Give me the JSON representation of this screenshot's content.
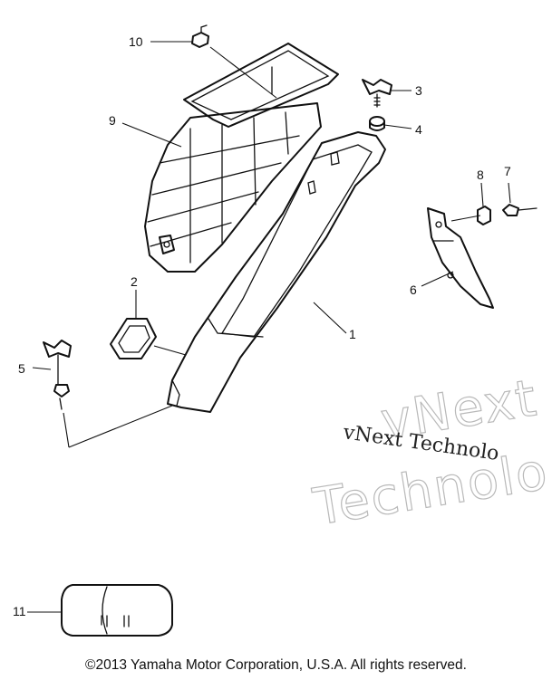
{
  "callouts": {
    "c1": "1",
    "c2": "2",
    "c3": "3",
    "c4": "4",
    "c5": "5",
    "c6": "6",
    "c7": "7",
    "c8": "8",
    "c9": "9",
    "c10": "10",
    "c11": "11"
  },
  "watermark": {
    "line_small": "vNext Technolo",
    "line_outline_1": "vNext",
    "line_outline_2": "Technolo"
  },
  "footer": {
    "copyright": "©2013 Yamaha Motor Corporation, U.S.A. All rights reserved."
  }
}
